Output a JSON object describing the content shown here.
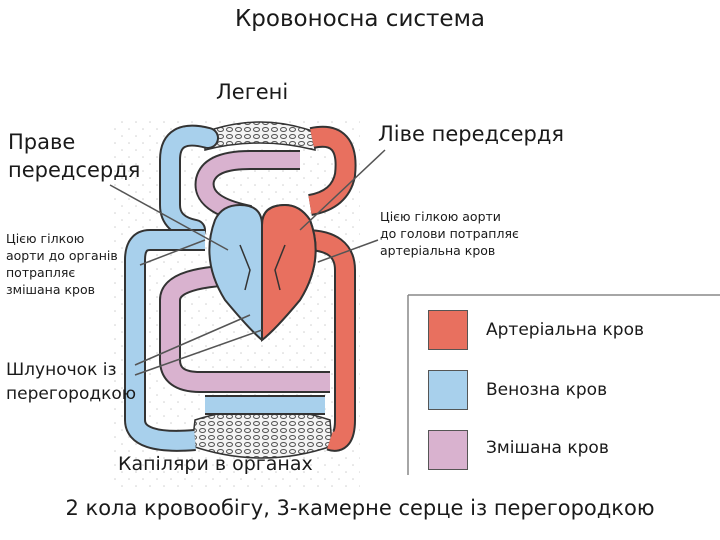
{
  "title": "Кровоносна система",
  "labels": {
    "lungs": "Легені",
    "right_atrium_line1": "Праве",
    "right_atrium_line2": "передсердя",
    "left_atrium": "Ліве передсердя",
    "aorta_organs_line1": "Цією гілкою",
    "aorta_organs_line2": "аорти до органів",
    "aorta_organs_line3": "потрапляє",
    "aorta_organs_line4": "змішана кров",
    "aorta_head_line1": "Цією гілкою аорти",
    "aorta_head_line2": "до голови потрапляє",
    "aorta_head_line3": "артеріальна кров",
    "ventricle_line1": "Шлуночок із",
    "ventricle_line2": "перегородкою",
    "capillaries": "Капіляри в органах",
    "caption": "2 кола кровообігу, 3-камерне серце із перегородкою"
  },
  "legend": [
    {
      "label": "Артеріальна кров",
      "color": "#e8705f"
    },
    {
      "label": "Венозна кров",
      "color": "#a8d0ec"
    },
    {
      "label": "Змішана кров",
      "color": "#d9b2cf"
    }
  ],
  "colors": {
    "arterial": "#e8705f",
    "venous": "#a8d0ec",
    "mixed": "#d9b2cf",
    "outline": "#333333"
  }
}
